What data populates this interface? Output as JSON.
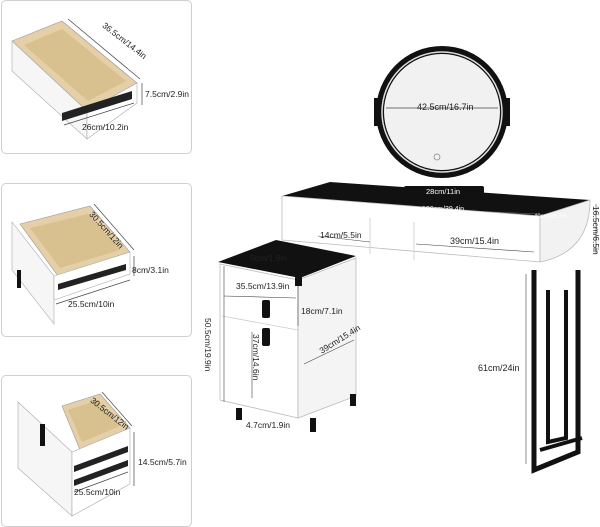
{
  "drawer_details": [
    {
      "depth": "36.5cm/14.4in",
      "height": "7.5cm/2.9in",
      "width": "26cm/10.2in"
    },
    {
      "depth": "30.5cm/12in",
      "height": "8cm/3.1in",
      "width": "25.5cm/10in"
    },
    {
      "depth": "30.5cm/12in",
      "height": "14.5cm/5.7in",
      "width": "25.5cm/10in"
    }
  ],
  "vanity": {
    "mirror_diameter": "42.5cm/16.7in",
    "mirror_base": "28cm/11in",
    "table_width": "100cm/39.4in",
    "table_depth": "40cm/15.7in",
    "table_height": "16.5cm/6.5in",
    "drawer_small": "14cm/5.5in",
    "drawer_large": "39cm/15.4in",
    "leg_height": "61cm/24in"
  },
  "cabinet": {
    "top_gap": "5cm/1.9in",
    "width": "35.5cm/13.9in",
    "drawer_height": "18cm/7.1in",
    "door_height": "37cm/14.6in",
    "depth": "39cm/15.4in",
    "total_height": "50.5cm/19.9in",
    "foot_height": "4.7cm/1.9in"
  },
  "colors": {
    "wood": "#e4cfa8",
    "black": "#111111",
    "white": "#ffffff"
  }
}
